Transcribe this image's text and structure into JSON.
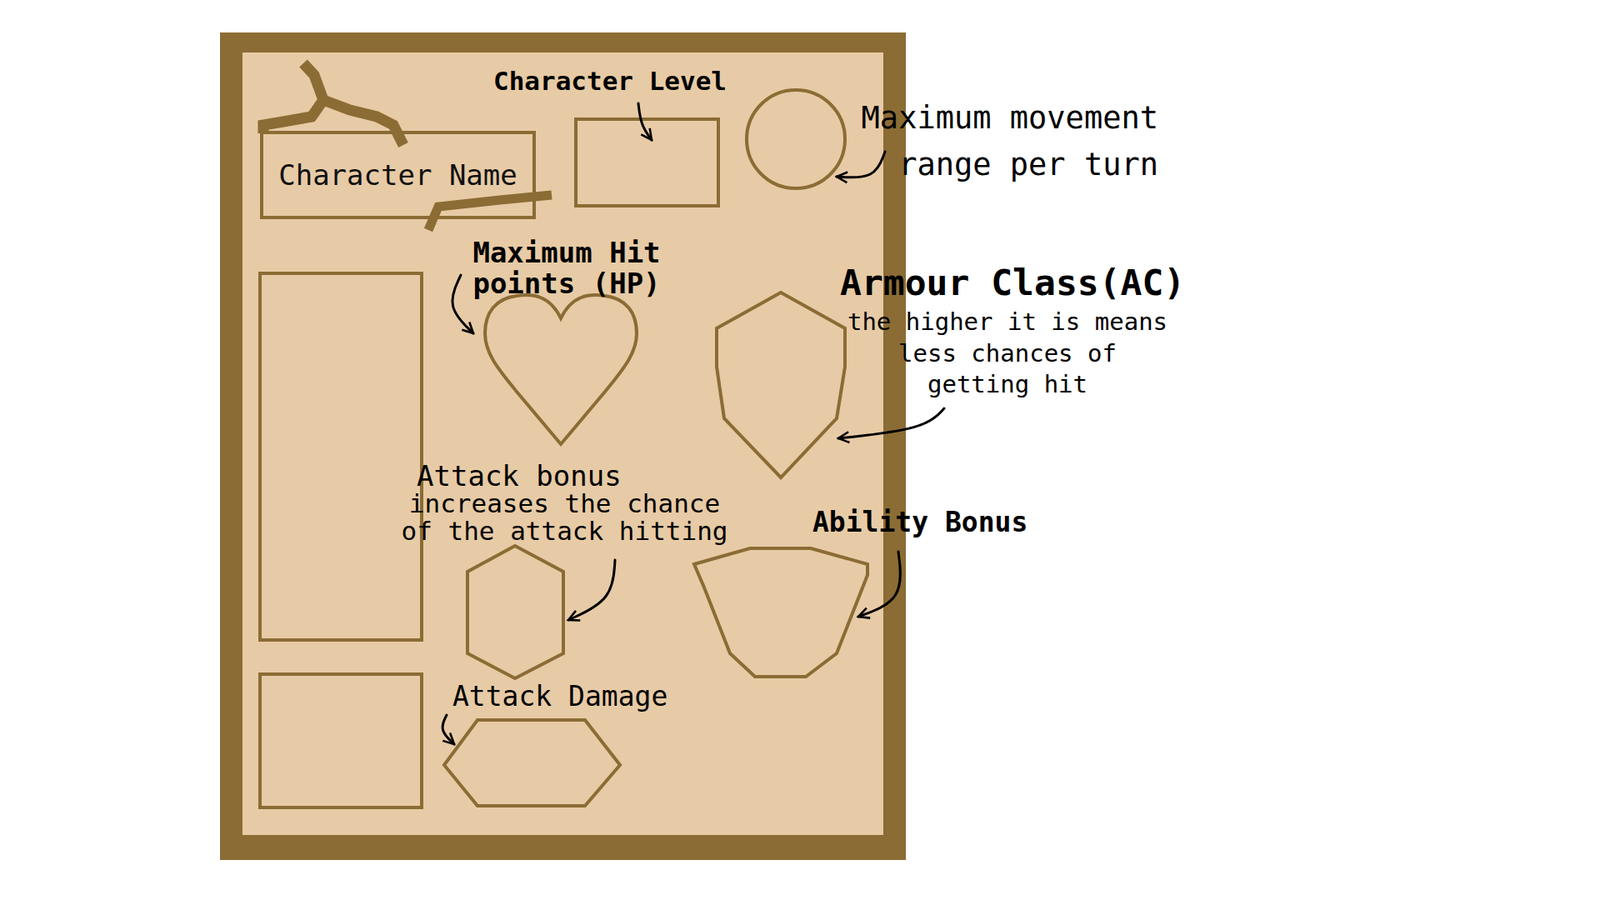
{
  "diagram": {
    "nodes": [
      {
        "text": [
          "Character Name"
        ]
      }
    ],
    "labels": [
      "Character Level",
      "Maximum movement range per turn",
      "Maximum Hit points (HP)",
      "Armour Class(AC)",
      "the higher it is means less chances of getting hit",
      "Attack bonus",
      "increases the chance of the attack hitting",
      "Ability Bonus",
      "Attack Damage"
    ]
  }
}
